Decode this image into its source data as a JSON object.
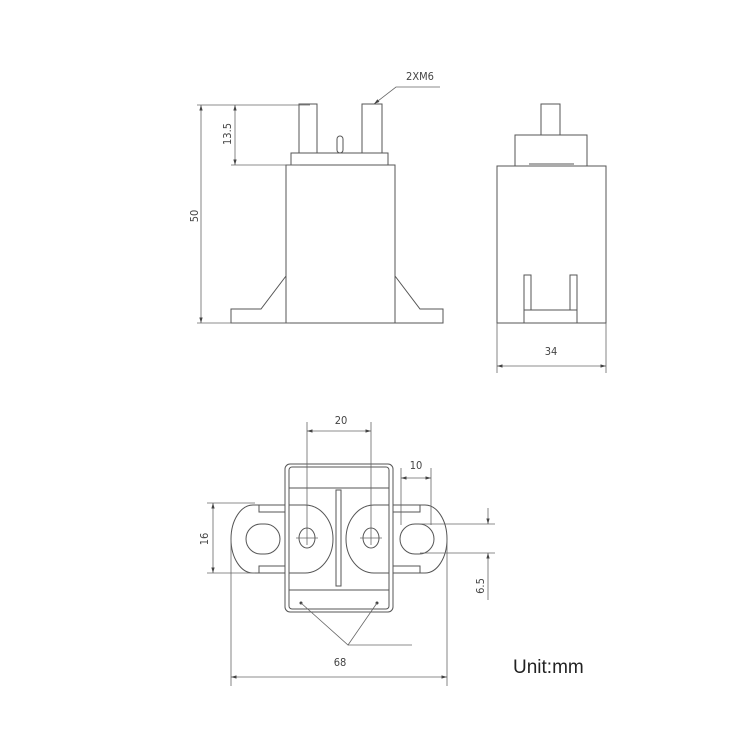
{
  "labels": {
    "thread_spec": "2XM6",
    "height_total": "50",
    "terminal_height": "13.5",
    "depth": "34",
    "terminal_spacing": "20",
    "ear_slot_width": "10",
    "ear_height": "16",
    "slot_height": "6.5",
    "total_width": "68"
  },
  "unit_text": "Unit:mm"
}
